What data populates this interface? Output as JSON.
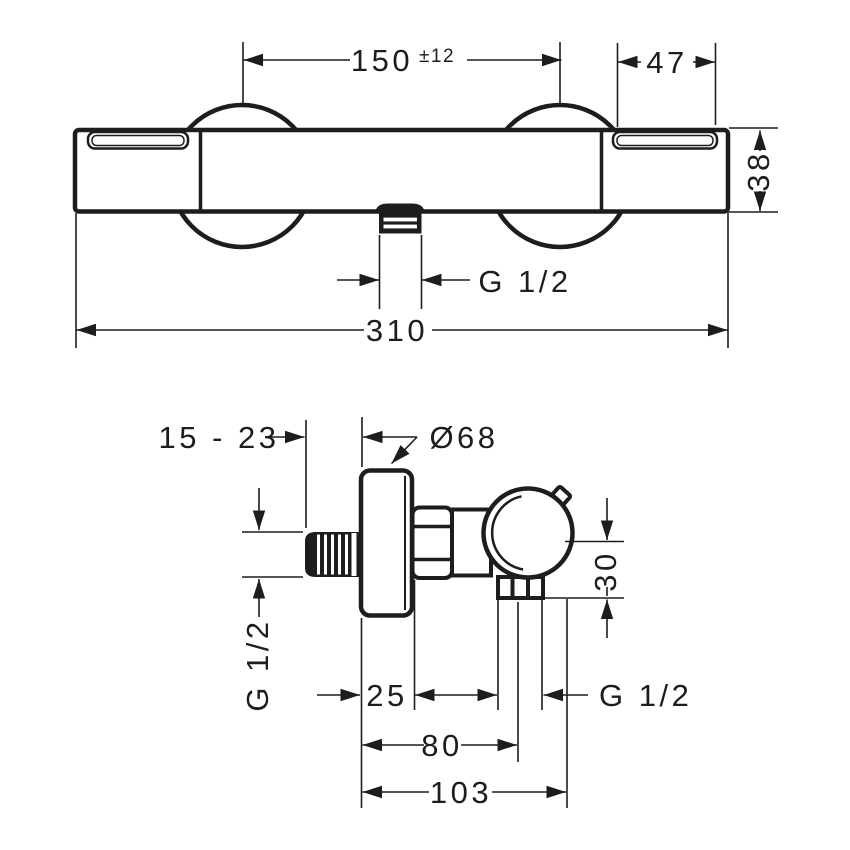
{
  "drawing": {
    "background": "#ffffff",
    "line_color": "#1d1d1b",
    "front_view": {
      "dims": {
        "center_distance": "150",
        "center_distance_tol": "±12",
        "shelf_width": "47",
        "body_height": "38",
        "outlet_thread": "G 1/2",
        "overall_width": "310"
      }
    },
    "side_view": {
      "dims": {
        "wall_distance": "15 - 23",
        "escutcheon_diameter": "Ø68",
        "inlet_thread": "G 1/2",
        "escutcheon_depth": "25",
        "outlet_offset": "30",
        "outlet_thread": "G 1/2",
        "wall_to_outlet": "80",
        "overall_depth": "103"
      }
    }
  }
}
